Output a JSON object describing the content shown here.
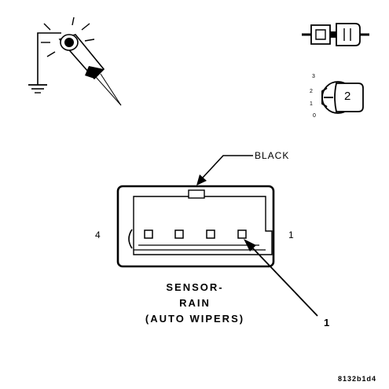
{
  "connector": {
    "wire_color_label": "BLACK",
    "pin_left_label": "4",
    "pin_right_label": "1",
    "name_lines": [
      "SENSOR-",
      "RAIN",
      "(AUTO WIPERS)"
    ],
    "callout_label": "1"
  },
  "icons": {
    "test_light": "test-light-probe-icon",
    "connector_plug": "connector-plug-icon",
    "ignition_key": "ignition-key-icon"
  },
  "ignition_key": {
    "positions": [
      "3",
      "2",
      "1",
      "0"
    ],
    "badge": "2"
  },
  "figure_code": "8132b1d4",
  "colors": {
    "ink": "#000000",
    "paper": "#ffffff"
  }
}
